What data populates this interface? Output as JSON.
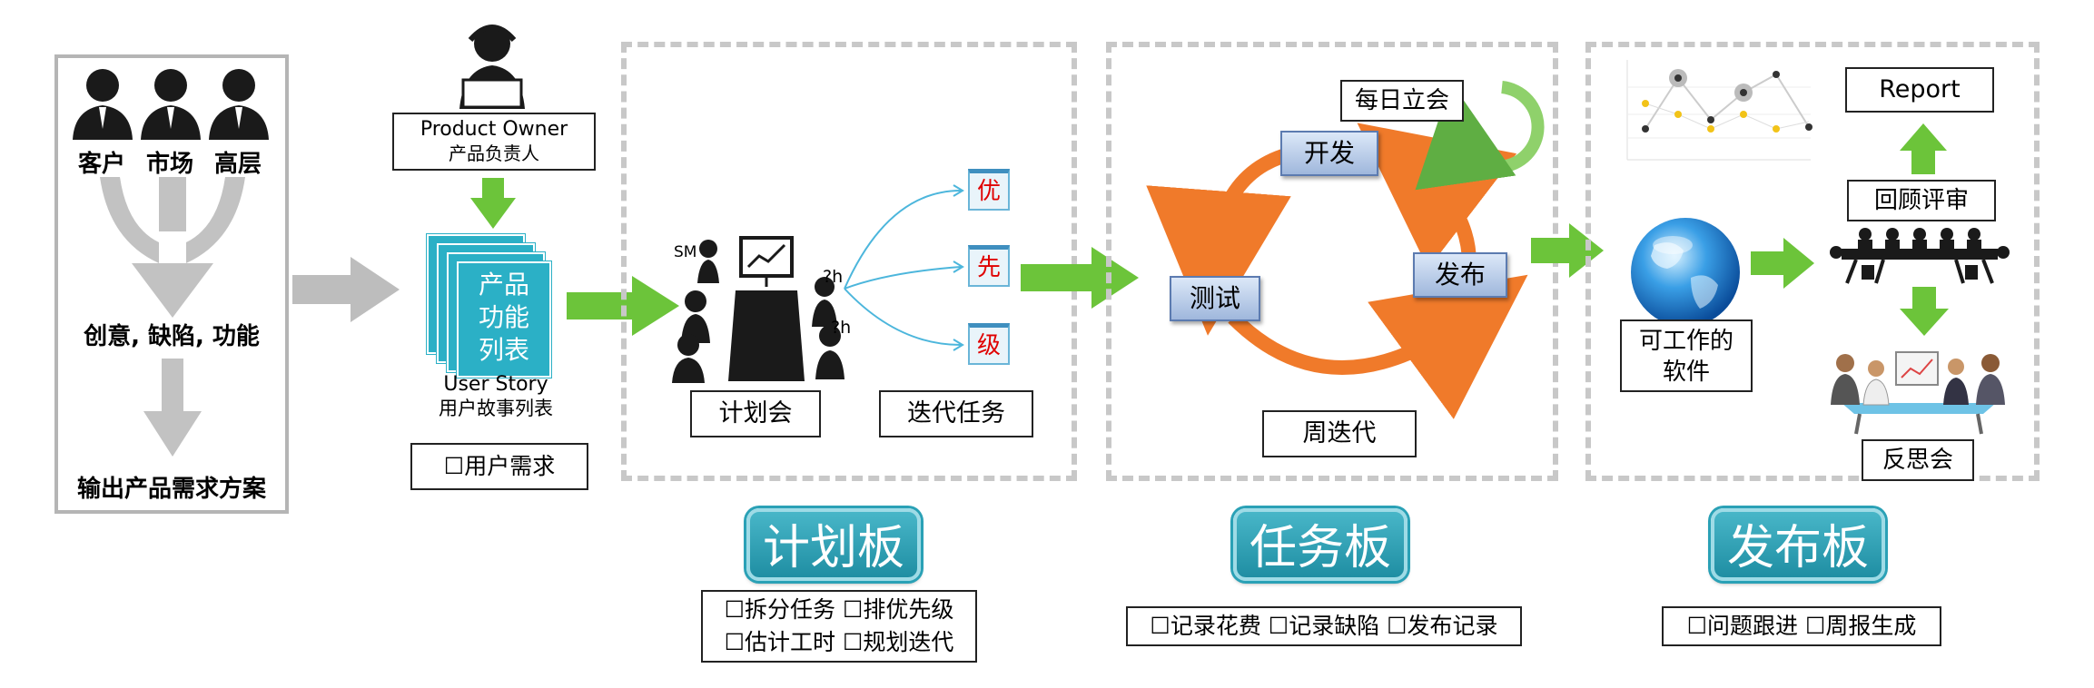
{
  "left_panel": {
    "roles": [
      "客户",
      "市场",
      "高层"
    ],
    "ideas": "创意, 缺陷, 功能",
    "output": "输出产品需求方案"
  },
  "product_owner": {
    "title_en": "Product Owner",
    "title_cn": "产品负责人"
  },
  "backlog": {
    "card_text": [
      "产品",
      "功能",
      "列表"
    ],
    "caption_en": "User Story",
    "caption_cn": "用户故事列表",
    "requirement": "☐用户需求"
  },
  "planning": {
    "sm_label": "SM",
    "hour_labels": [
      "?h",
      "?h"
    ],
    "meeting": "计划会",
    "priority_tags": [
      "优",
      "先",
      "级"
    ],
    "iteration_tasks": "迭代任务"
  },
  "sprint": {
    "daily": "每日立会",
    "develop": "开发",
    "test": "测试",
    "release": "发布",
    "cycle": "周迭代"
  },
  "release_area": {
    "software": [
      "可工作的",
      "软件"
    ],
    "report": "Report",
    "review": "回顾评审",
    "retro": "反思会"
  },
  "boards": [
    {
      "title": "计划板",
      "features": [
        "☐拆分任务 ☐排优先级",
        "☐估计工时 ☐规划迭代"
      ]
    },
    {
      "title": "任务板",
      "features": [
        "☐记录花费 ☐记录缺陷 ☐发布记录"
      ]
    },
    {
      "title": "发布板",
      "features": [
        "☐问题跟进 ☐周报生成"
      ]
    }
  ],
  "colors": {
    "green_arrow": "#6cc43a",
    "grey_arrow": "#b9b9b9",
    "board": "#2aa1b6",
    "cycle": "#f07a2a"
  }
}
